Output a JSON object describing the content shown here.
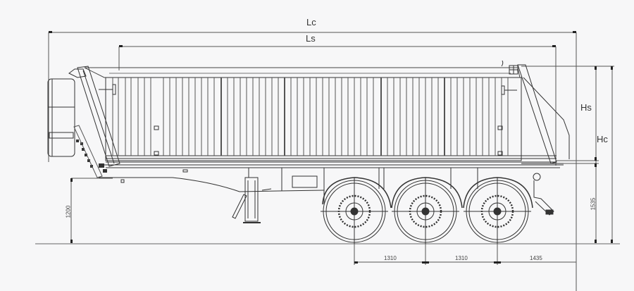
{
  "diagram": {
    "type": "technical-drawing",
    "subject": "tri-axle tipper semi-trailer side elevation",
    "colors": {
      "background": "#f7f7f8",
      "line": "#333333",
      "dim_line": "#444444"
    }
  },
  "dimensions": {
    "overall_length": {
      "label": "Lc"
    },
    "body_length": {
      "label": "Ls"
    },
    "body_height": {
      "label": "Hs"
    },
    "overall_height": {
      "label": "Hc"
    },
    "frame_height": {
      "label": "1535"
    },
    "fifth_wheel_height": {
      "label": "1200"
    },
    "axle_spacing_1": {
      "label": "1310"
    },
    "axle_spacing_2": {
      "label": "1310"
    },
    "rear_overhang": {
      "label": "1435"
    }
  }
}
